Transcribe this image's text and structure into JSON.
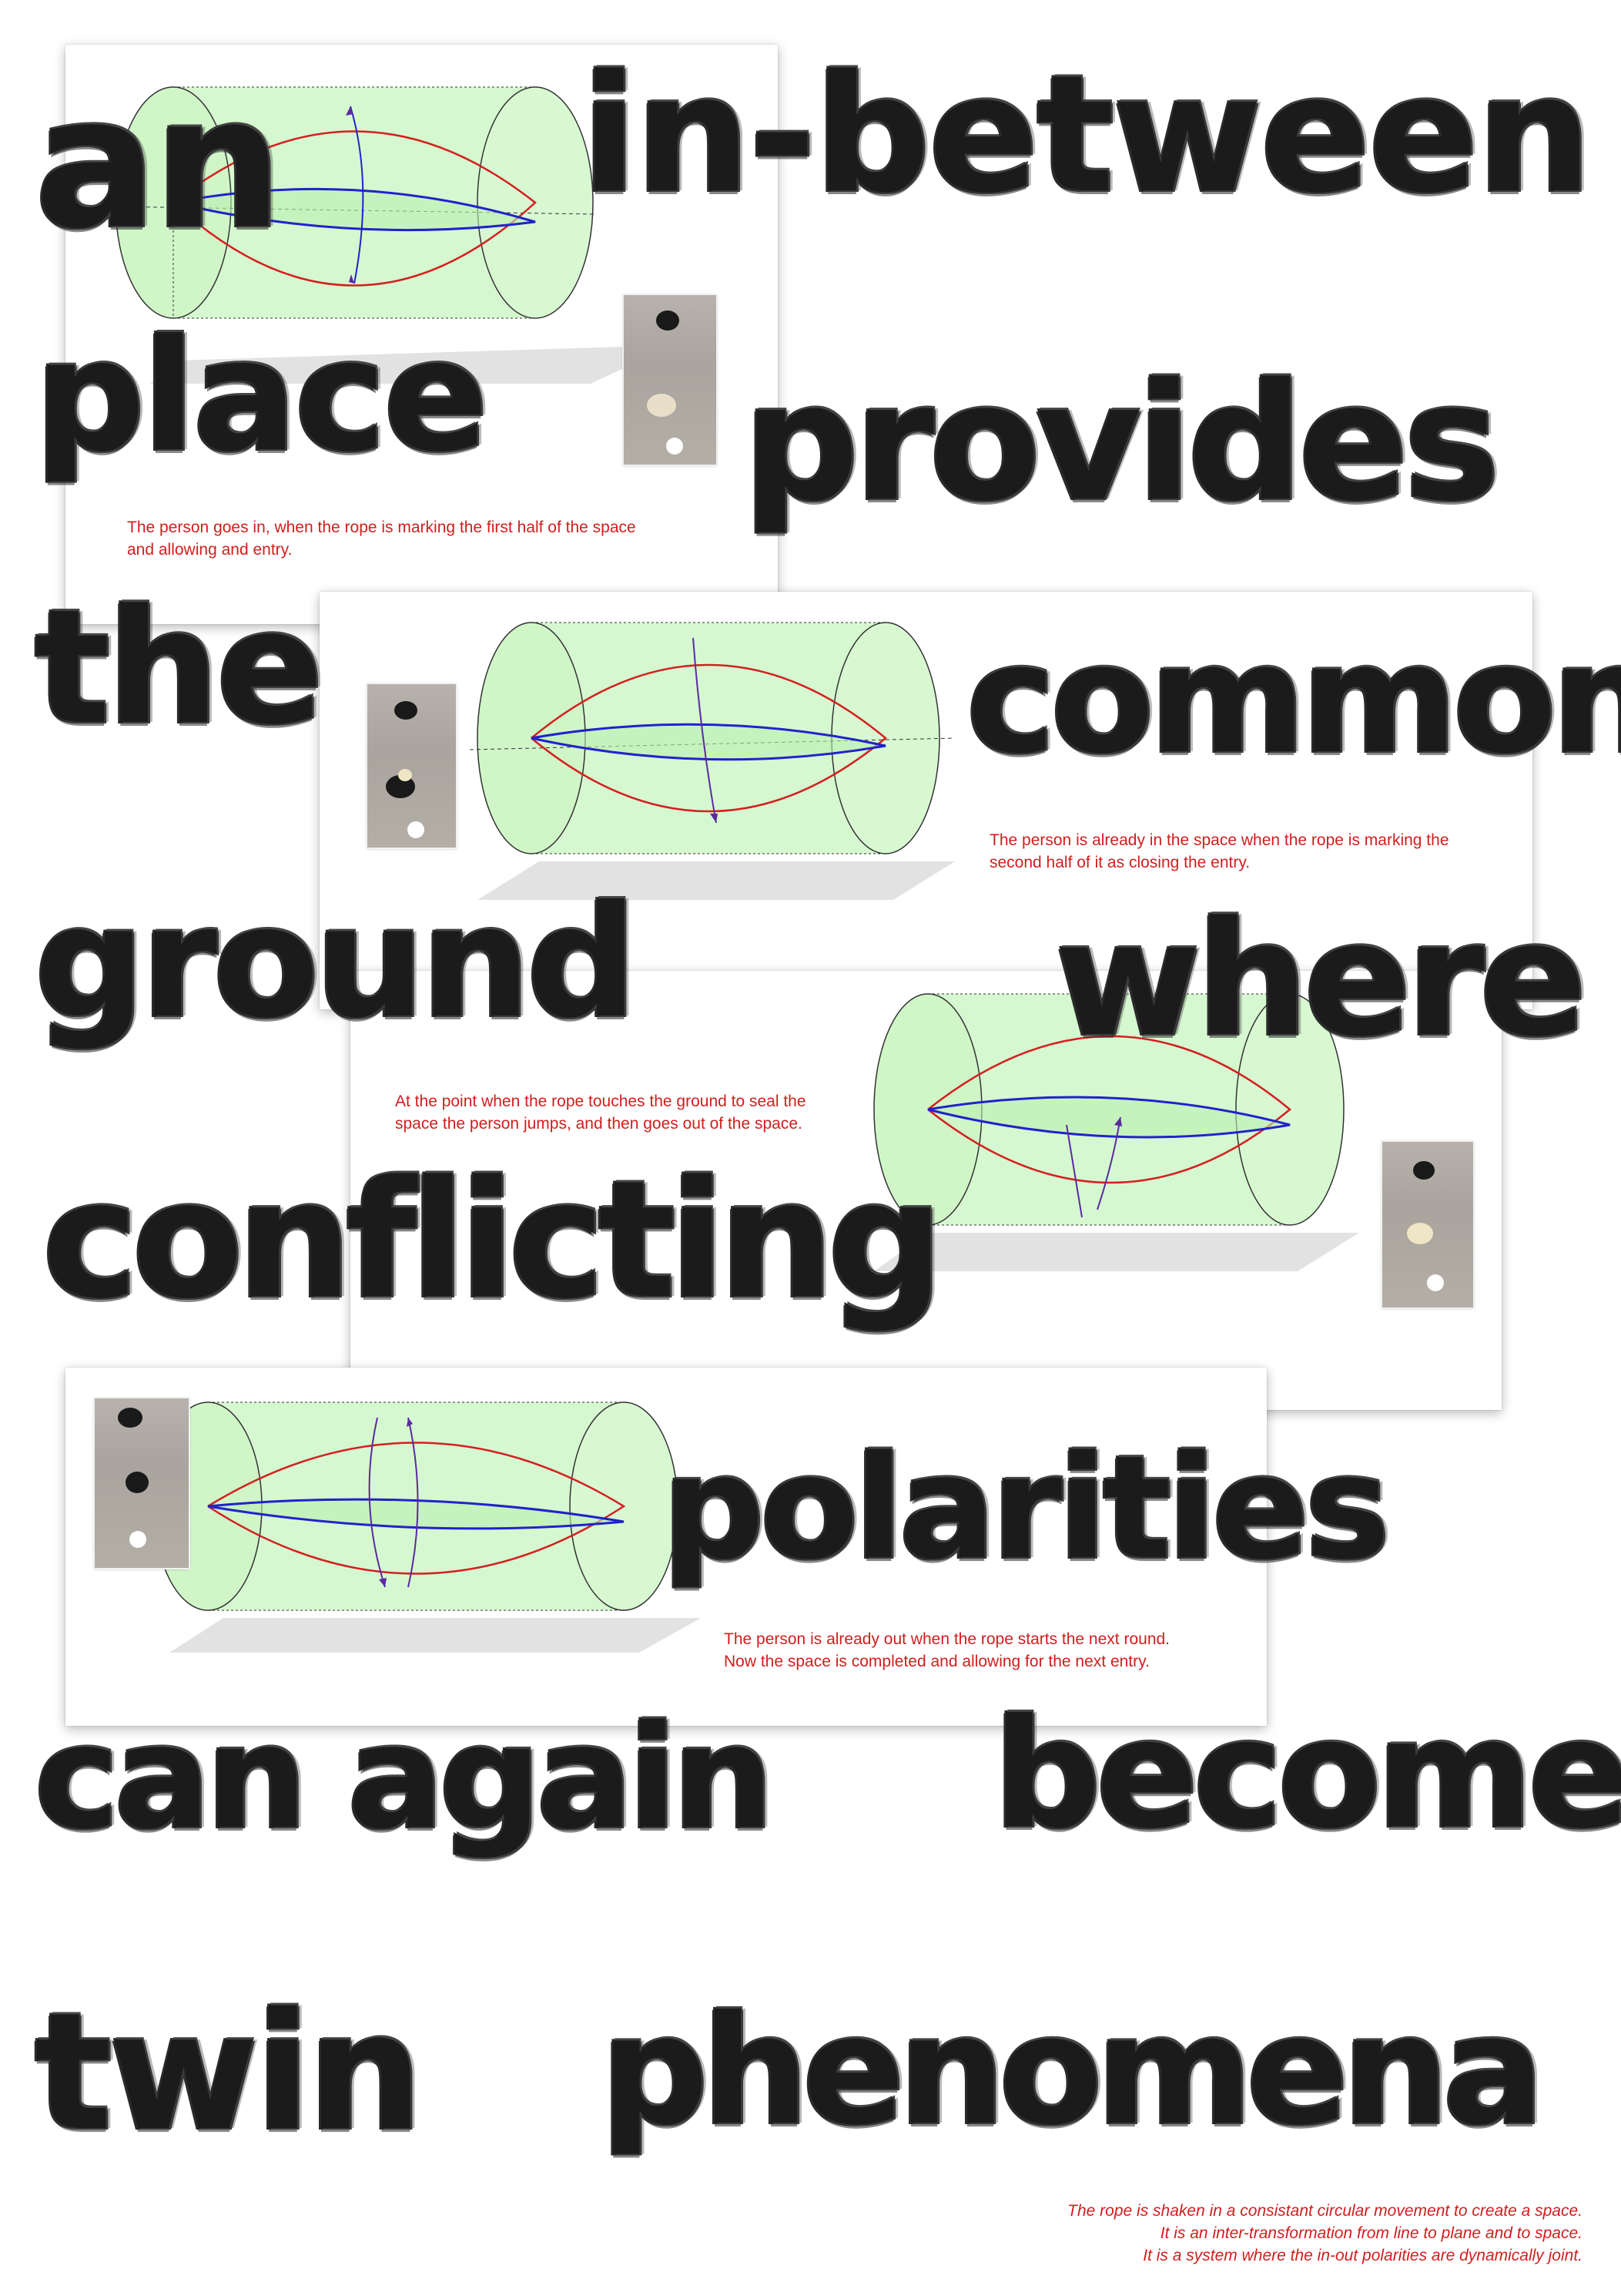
{
  "lettering": {
    "an": "an",
    "in_between": "in-between",
    "place": "place",
    "provides": "provides",
    "the": "the",
    "common": "common",
    "ground": "ground",
    "where": "where",
    "conflicting": "conflicting",
    "polarities": "polarities",
    "can_again": "can again",
    "become": "become",
    "twin": "twin",
    "phenomena": "phenomena"
  },
  "panels": [
    {
      "caption": [
        "The person goes in, when the rope is marking the first half of the space",
        "and allowing and entry."
      ]
    },
    {
      "caption": [
        "The person is already in the space when the rope is marking the",
        "second half of it as closing the entry."
      ]
    },
    {
      "caption": [
        "At the point when the rope touches the ground to seal the",
        "space the person jumps, and then goes out of the space."
      ]
    },
    {
      "caption": [
        "The person is already out when the rope starts the next round.",
        "Now the space is completed and allowing for the next entry."
      ]
    }
  ],
  "footer": [
    "The rope is shaken in a consistant circular movement to create a space.",
    "It is an inter-transformation from line to plane and to space.",
    "It is a system where the in-out polarities are dynamically joint."
  ],
  "colors": {
    "caption_red": "#d11e1e",
    "rope_red": "#d42020",
    "path_blue": "#2222cc",
    "volume_green": "#c8f5c0",
    "brush_black": "#1b1b1b"
  }
}
